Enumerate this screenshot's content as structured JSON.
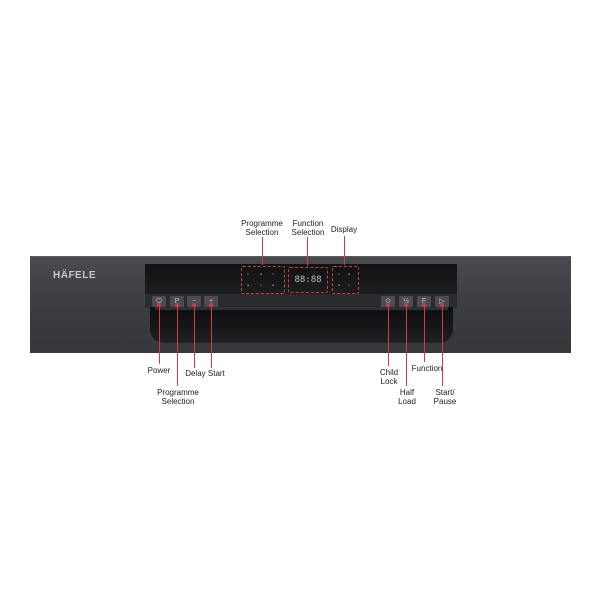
{
  "brand": "HÄFELE",
  "display_readout": "88:88",
  "colors": {
    "accent": "#d63a3a",
    "panel": "#3f4043"
  },
  "controls": {
    "power": {
      "label": "Power",
      "icon": "power-icon",
      "glyph": "⏻"
    },
    "programme_selection": {
      "label_1": "Programme",
      "label_2": "Selection",
      "icon": "programme-icon",
      "glyph": "P"
    },
    "delay_start": {
      "label": "Delay Start",
      "icon": "delay-minus-icon",
      "glyph": "−"
    },
    "delay_plus": {
      "icon": "delay-plus-icon",
      "glyph": "+"
    },
    "child_lock": {
      "label_1": "Child",
      "label_2": "Lock",
      "icon": "lock-icon",
      "glyph": "⊙"
    },
    "half_load": {
      "label_1": "Half",
      "label_2": "Load",
      "icon": "half-load-icon",
      "glyph": "½"
    },
    "function": {
      "label": "Function",
      "icon": "function-icon",
      "glyph": "F"
    },
    "start_pause": {
      "label_1": "Start/",
      "label_2": "Pause",
      "icon": "start-pause-icon",
      "glyph": "▷"
    }
  },
  "indicators": {
    "programme_selection": {
      "label_1": "Programme",
      "label_2": "Selection"
    },
    "function_selection": {
      "label_1": "Function",
      "label_2": "Selection"
    },
    "display": {
      "label": "Display"
    }
  }
}
